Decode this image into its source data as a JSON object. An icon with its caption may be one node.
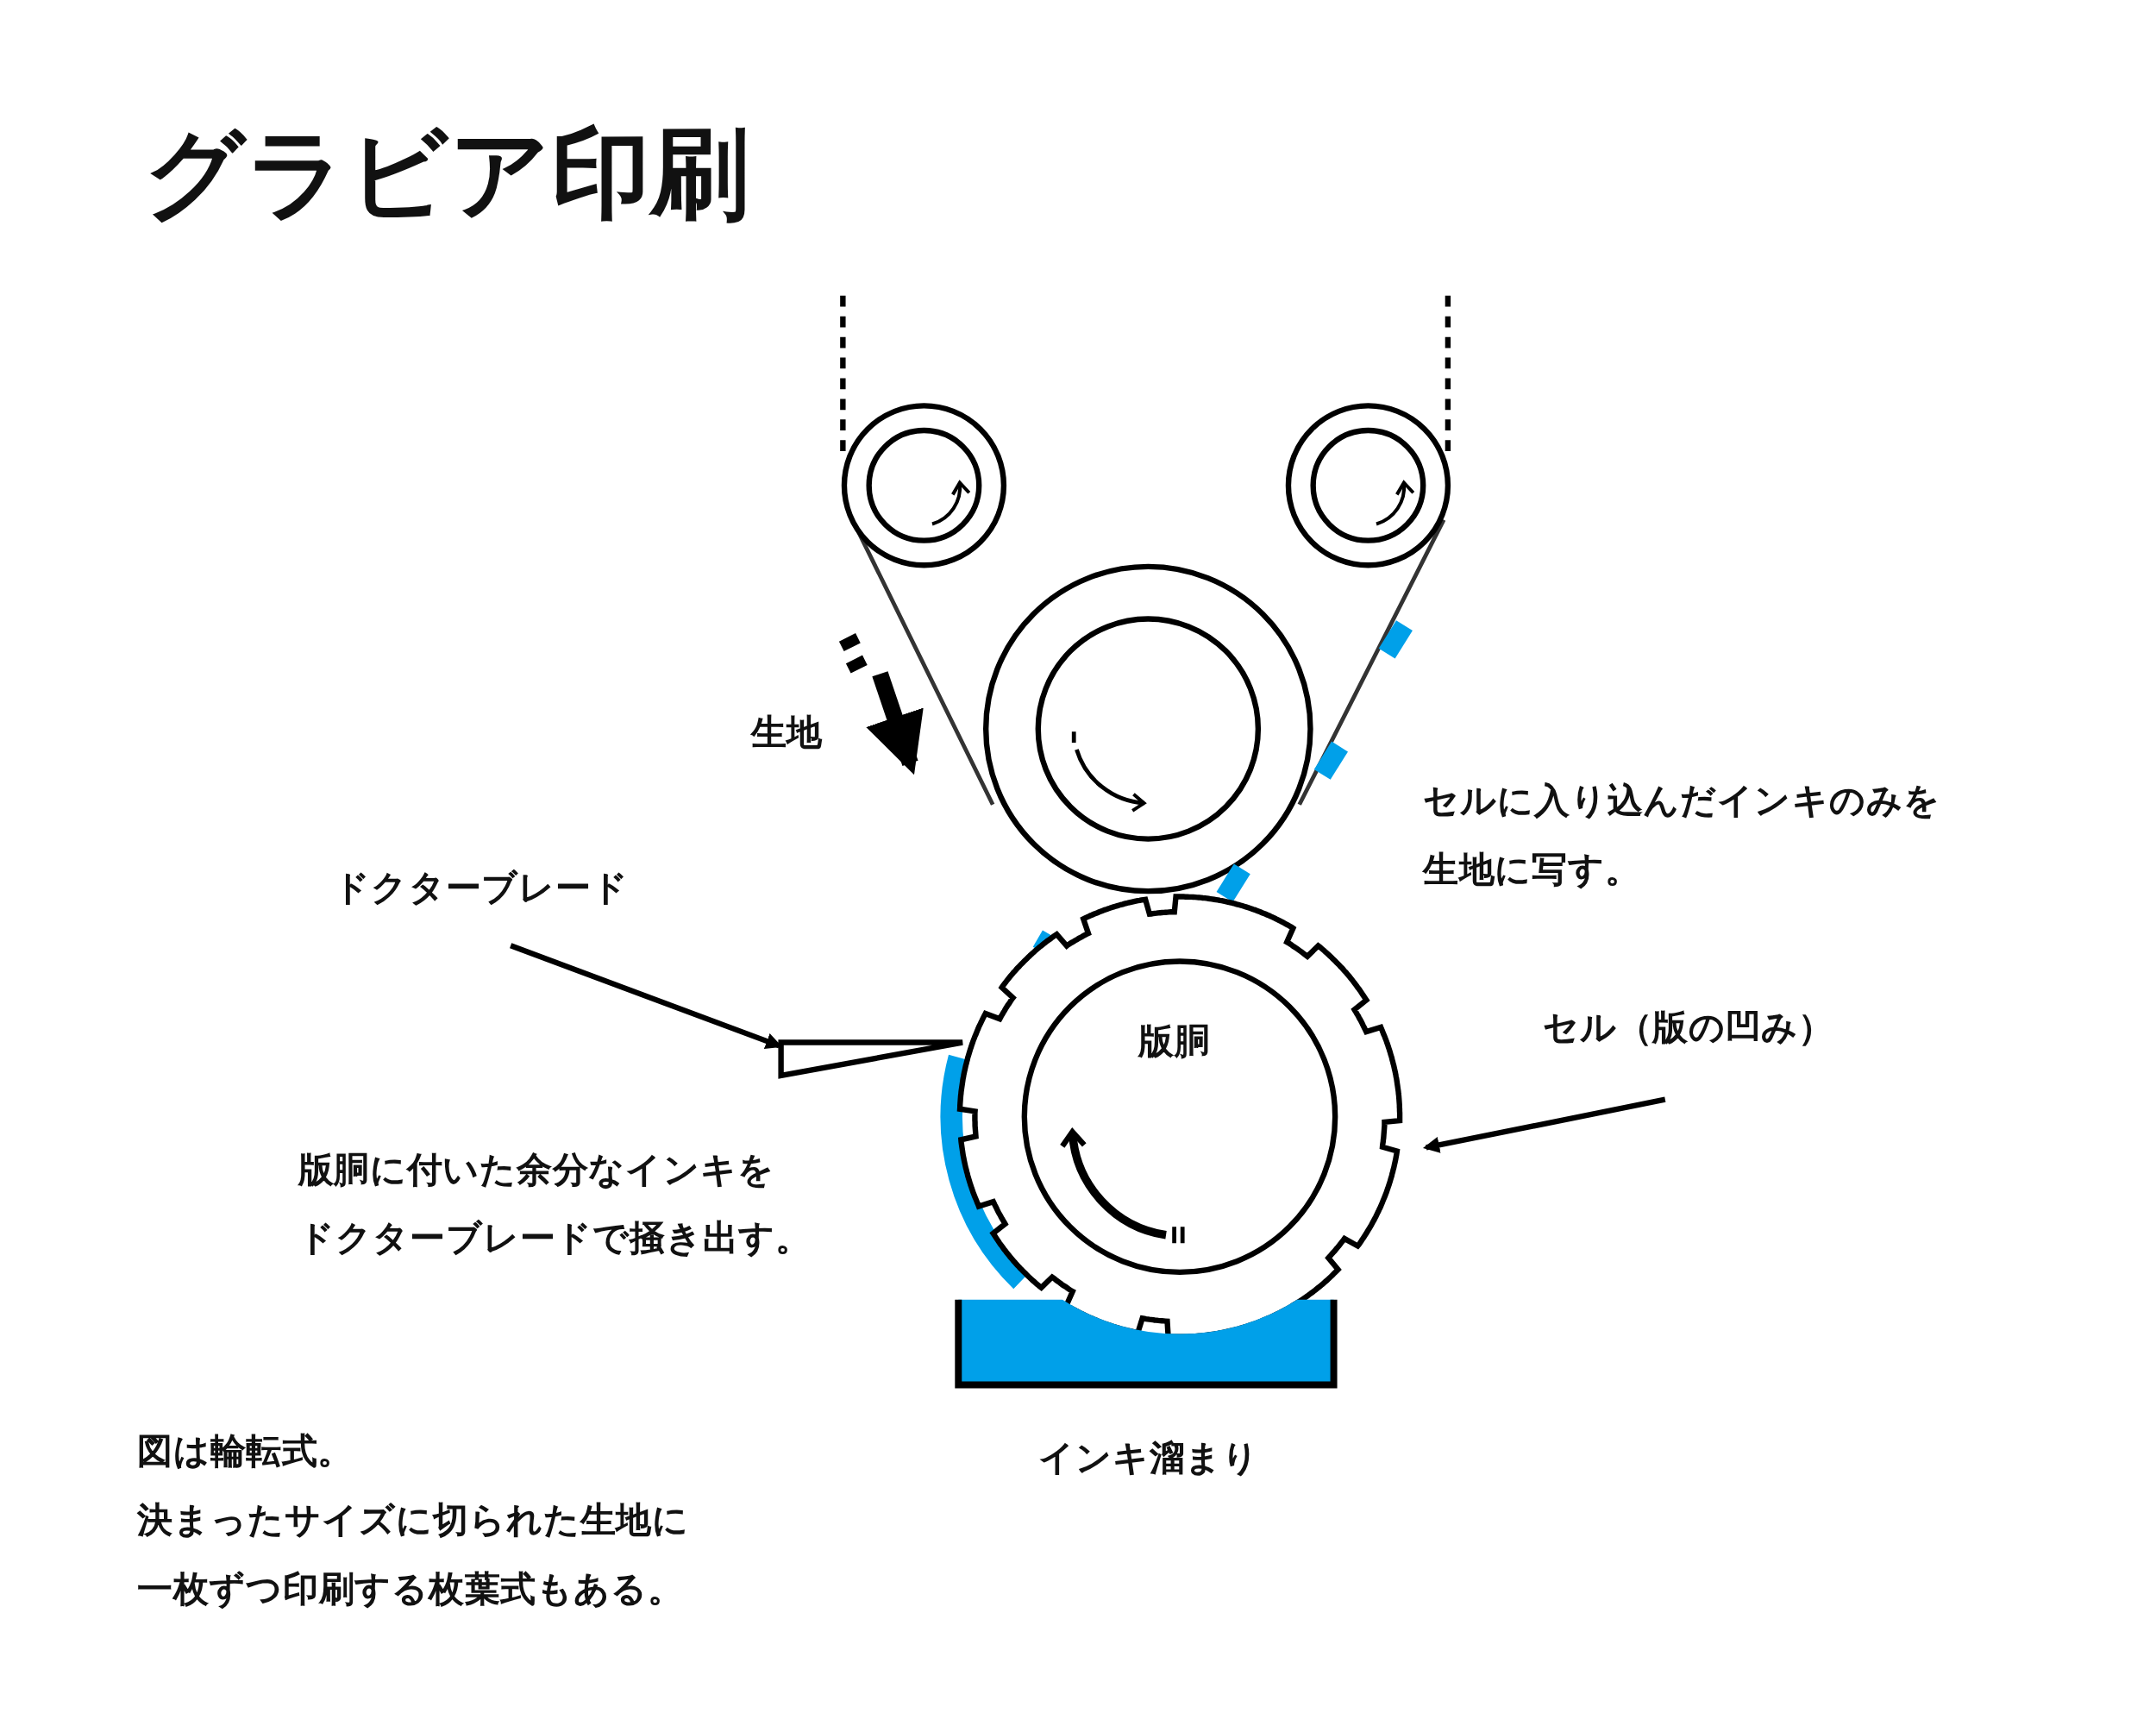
{
  "diagram": {
    "title": "グラビア印刷",
    "nodes": [
      {
        "text": [
          "ドクターブレード"
        ]
      },
      {
        "text": [],
        "shape": "wedge"
      },
      {
        "text": [
          "セル（版の凹み）"
        ]
      },
      {
        "text": [
          "版胴"
        ]
      },
      {
        "text": [
          "インキ溜まり"
        ]
      }
    ],
    "edges": [
      {
        "from": 0,
        "to": 1,
        "arrow": "to"
      },
      {
        "from": 2,
        "to": 3,
        "arrow": "to"
      }
    ],
    "labels": [
      "生地",
      "セルに入り込んだインキのみを生地に写す。",
      "版胴に付いた余分なインキをドクターブレードで掻き出す。",
      "図は輪転式。",
      "決まったサイズに切られた生地に一枚ずつ印刷する枚葉式もある。"
    ]
  }
}
